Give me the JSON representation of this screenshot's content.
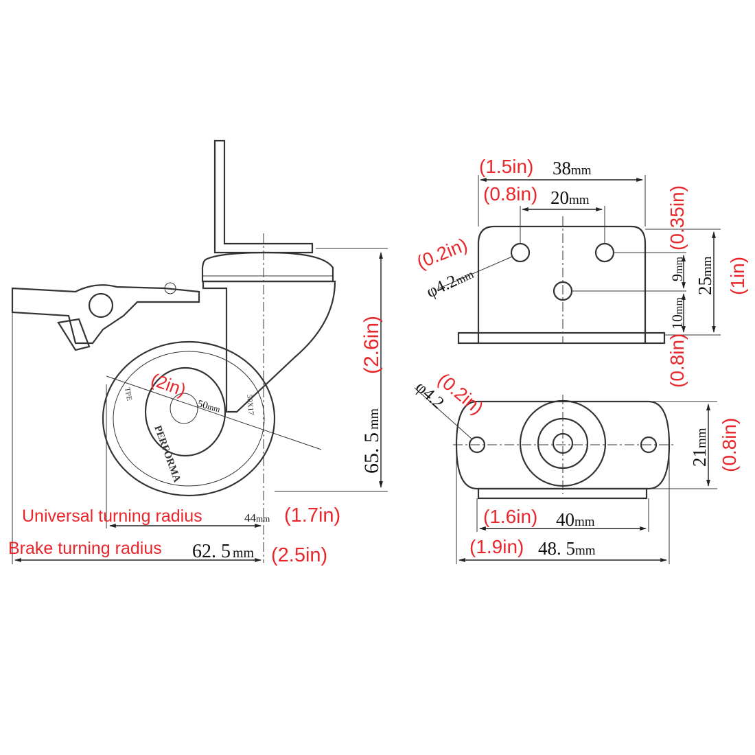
{
  "side_view": {
    "dim_height": "65. 5",
    "dim_height_unit": "mm",
    "dim_height_in": "(2.6in)",
    "dim_wheel": "50",
    "dim_wheel_unit": "mm",
    "dim_wheel_in": "(2in)",
    "wheel_text_1": "PERFORMA",
    "wheel_text_2": "TPE",
    "wheel_text_3": "50X17",
    "universal_label": "Universal turning radius",
    "universal_value": "44",
    "universal_unit": "mm",
    "universal_in": "(1.7in)",
    "brake_label": "Brake turning radius",
    "brake_value": "62. 5",
    "brake_unit": "mm",
    "brake_in": "(2.5in)"
  },
  "top_plate": {
    "width_value": "38",
    "width_unit": "mm",
    "width_in": "(1.5in)",
    "hole_spacing_value": "20",
    "hole_spacing_unit": "mm",
    "hole_spacing_in": "(0.8in)",
    "hole_dia_value": "φ4.2",
    "hole_dia_unit": "mm",
    "hole_dia_in": "(0.2in)",
    "offset_9_value": "9",
    "offset_9_unit": "mm",
    "offset_9_in": "(0.35in)",
    "offset_10_value": "10",
    "offset_10_unit": "mm",
    "offset_10_in": "(0.8in)",
    "height_value": "25",
    "height_unit": "mm",
    "height_in": "(1in)"
  },
  "bottom_plate": {
    "hole_dia_value": "φ4.2",
    "hole_dia_in": "(0.2in)",
    "height_value": "21",
    "height_unit": "mm",
    "height_in": "(0.8in)",
    "hole_spacing_value": "40",
    "hole_spacing_unit": "mm",
    "hole_spacing_in": "(1.6in)",
    "width_value": "48. 5",
    "width_unit": "mm",
    "width_in": "(1.9in)"
  }
}
